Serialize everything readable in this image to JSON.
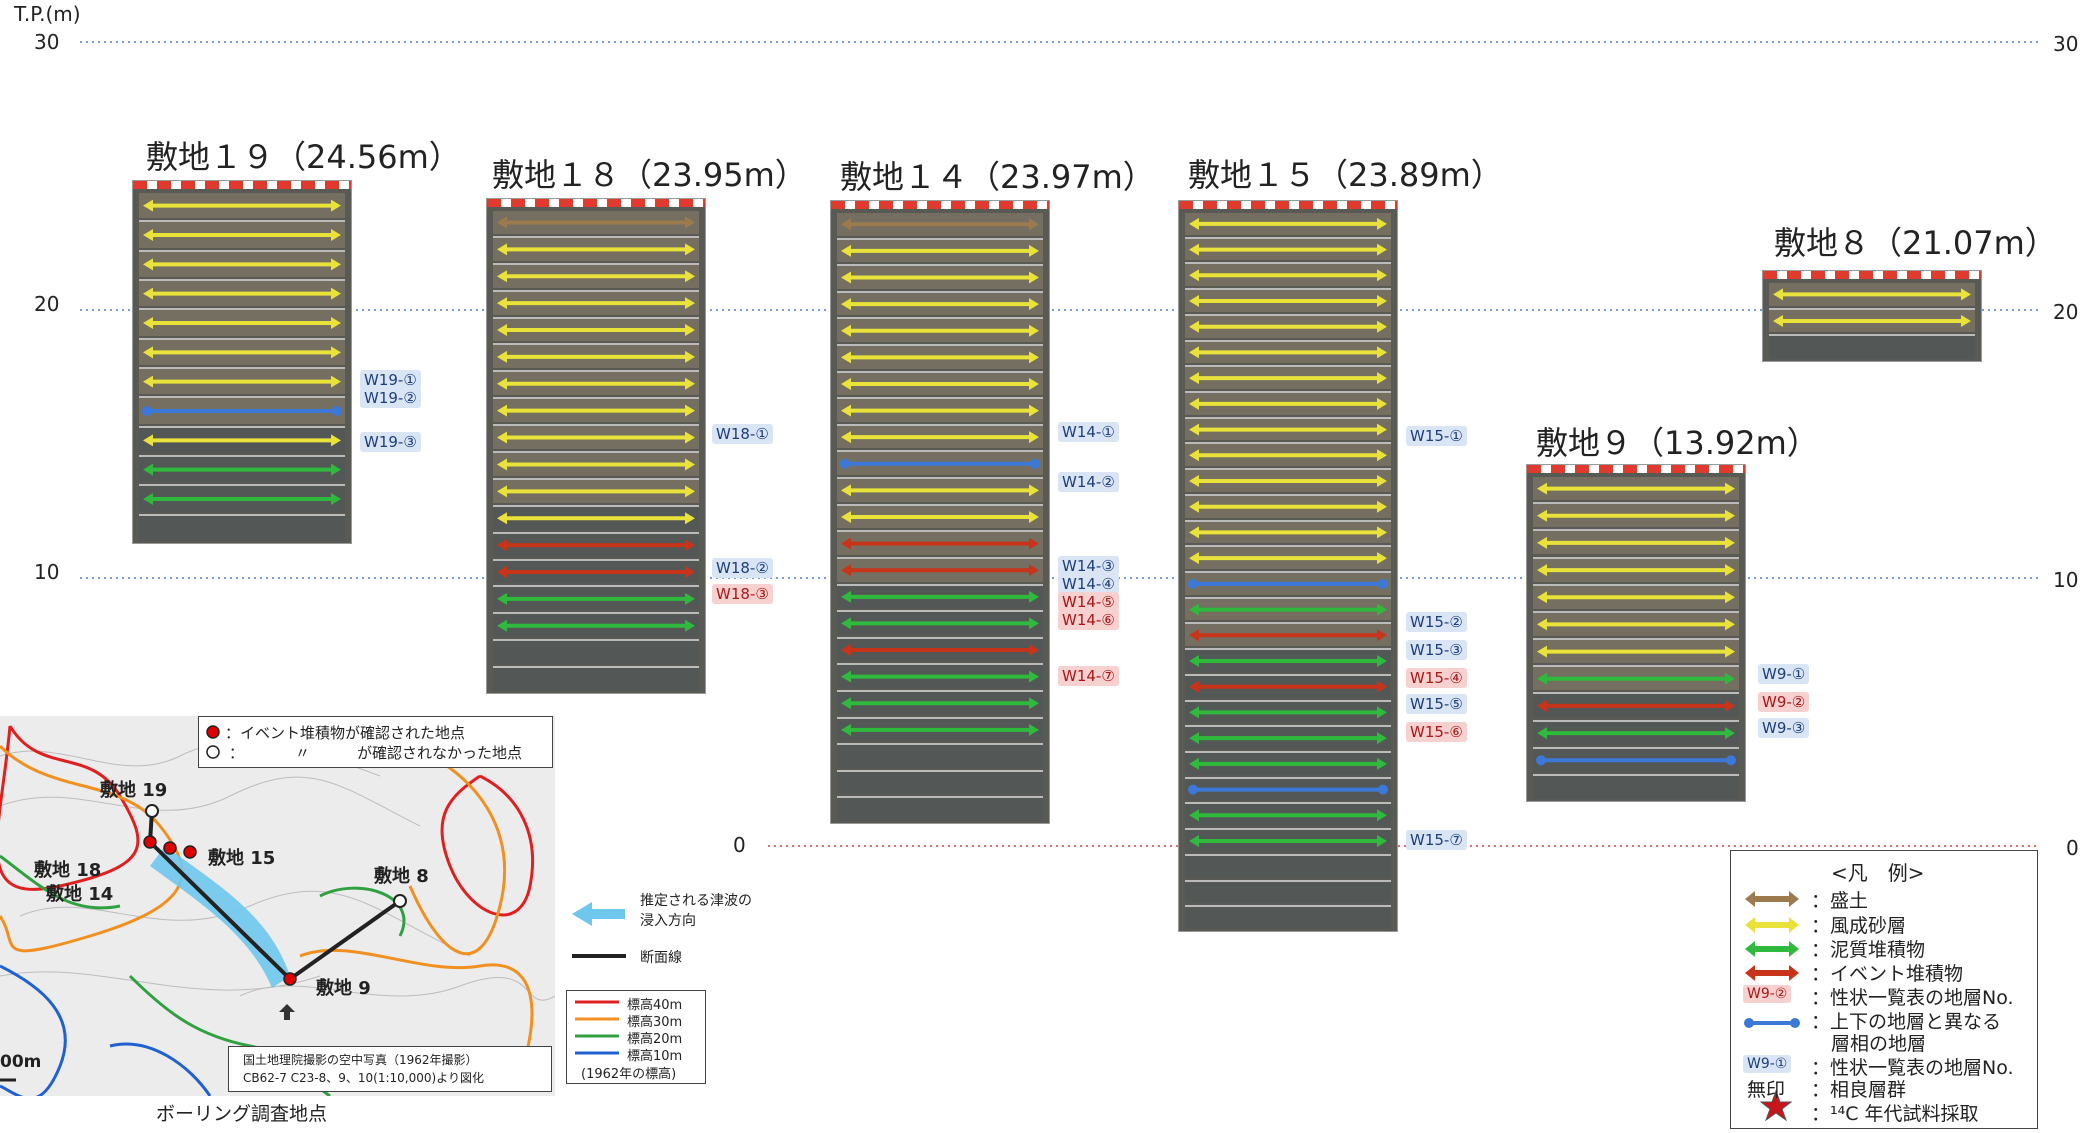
{
  "axis": {
    "unit_label": "T.P.(m)",
    "left_ticks": [
      "30",
      "20",
      "10",
      "0"
    ],
    "right_ticks": [
      "30",
      "20",
      "10",
      "0"
    ],
    "values": [
      30,
      20,
      10,
      0
    ]
  },
  "sites": [
    {
      "name": "敷地１９（24.56m）",
      "surface": 24.56,
      "rows": 12,
      "labels": [
        {
          "text": "W19-①",
          "kind": "blue"
        },
        {
          "text": "W19-②",
          "kind": "blue"
        },
        {
          "text": "W19-③",
          "kind": "blue"
        }
      ]
    },
    {
      "name": "敷地１８（23.95m）",
      "surface": 23.95,
      "rows": 18,
      "labels": [
        {
          "text": "W18-①",
          "kind": "blue"
        },
        {
          "text": "W18-②",
          "kind": "blue"
        },
        {
          "text": "W18-③",
          "kind": "red"
        }
      ]
    },
    {
      "name": "敷地１４（23.97m）",
      "surface": 23.97,
      "rows": 23,
      "labels": [
        {
          "text": "W14-①",
          "kind": "blue"
        },
        {
          "text": "W14-②",
          "kind": "blue"
        },
        {
          "text": "W14-③",
          "kind": "blue"
        },
        {
          "text": "W14-④",
          "kind": "blue"
        },
        {
          "text": "W14-⑤",
          "kind": "red"
        },
        {
          "text": "W14-⑥",
          "kind": "red"
        },
        {
          "text": "W14-⑦",
          "kind": "red"
        }
      ]
    },
    {
      "name": "敷地１５（23.89m）",
      "surface": 23.89,
      "rows": 28,
      "labels": [
        {
          "text": "W15-①",
          "kind": "blue"
        },
        {
          "text": "W15-②",
          "kind": "blue"
        },
        {
          "text": "W15-③",
          "kind": "blue"
        },
        {
          "text": "W15-④",
          "kind": "red"
        },
        {
          "text": "W15-⑤",
          "kind": "blue"
        },
        {
          "text": "W15-⑥",
          "kind": "red"
        },
        {
          "text": "W15-⑦",
          "kind": "blue"
        }
      ]
    },
    {
      "name": "敷地９（13.92m）",
      "surface": 13.92,
      "rows": 12,
      "labels": [
        {
          "text": "W9-①",
          "kind": "blue"
        },
        {
          "text": "W9-②",
          "kind": "red"
        },
        {
          "text": "W9-③",
          "kind": "blue"
        }
      ]
    },
    {
      "name": "敷地８（21.07m）",
      "surface": 21.07,
      "rows": 3,
      "labels": []
    }
  ],
  "legend": {
    "title": "<凡　例>",
    "items": [
      {
        "symbol": "arrow",
        "color": "#9b7b4e",
        "text": "：盛土"
      },
      {
        "symbol": "arrow",
        "color": "#e9e23a",
        "text": "：風成砂層"
      },
      {
        "symbol": "arrow",
        "color": "#2fb93d",
        "text": "：泥質堆積物"
      },
      {
        "symbol": "arrow",
        "color": "#c8341a",
        "text": "：イベント堆積物"
      },
      {
        "symbol": "W9-②",
        "kind": "red",
        "text": "：性状一覧表の地層No."
      },
      {
        "symbol": "line",
        "color": "#3c78d8",
        "text": "：上下の地層と異なる"
      },
      {
        "symbol": "",
        "text": "層相の地層"
      },
      {
        "symbol": "W9-①",
        "kind": "blue",
        "text": "：性状一覧表の地層No."
      },
      {
        "symbol": "無印",
        "text": "：相良層群"
      },
      {
        "symbol": "star",
        "color": "#c8141a",
        "text": "：¹⁴C 年代試料採取"
      }
    ]
  },
  "map": {
    "caption": "ボーリング調査地点",
    "marker_legend": {
      "found": "：イベント堆積物が確認された地点",
      "not_found_ditto": "〃",
      "not_found": "が確認されなかった地点"
    },
    "sites": [
      "敷地 19",
      "敷地 18",
      "敷地 14",
      "敷地 15",
      "敷地 8",
      "敷地 9"
    ],
    "scale_label": "00m",
    "tsunami_label": "推定される津波の浸入方向",
    "section_label": "断面線",
    "elevation_key": [
      "標高40m",
      "標高30m",
      "標高20m",
      "標高10m",
      "(1962年の標高)"
    ],
    "elevation_colors": [
      "#e02020",
      "#f09020",
      "#30a040",
      "#2060d0"
    ],
    "source_note": [
      "国土地理院撮影の空中写真（1962年撮影）",
      "CB62-7 C23-8、9、10(1:10,000)より図化"
    ]
  }
}
